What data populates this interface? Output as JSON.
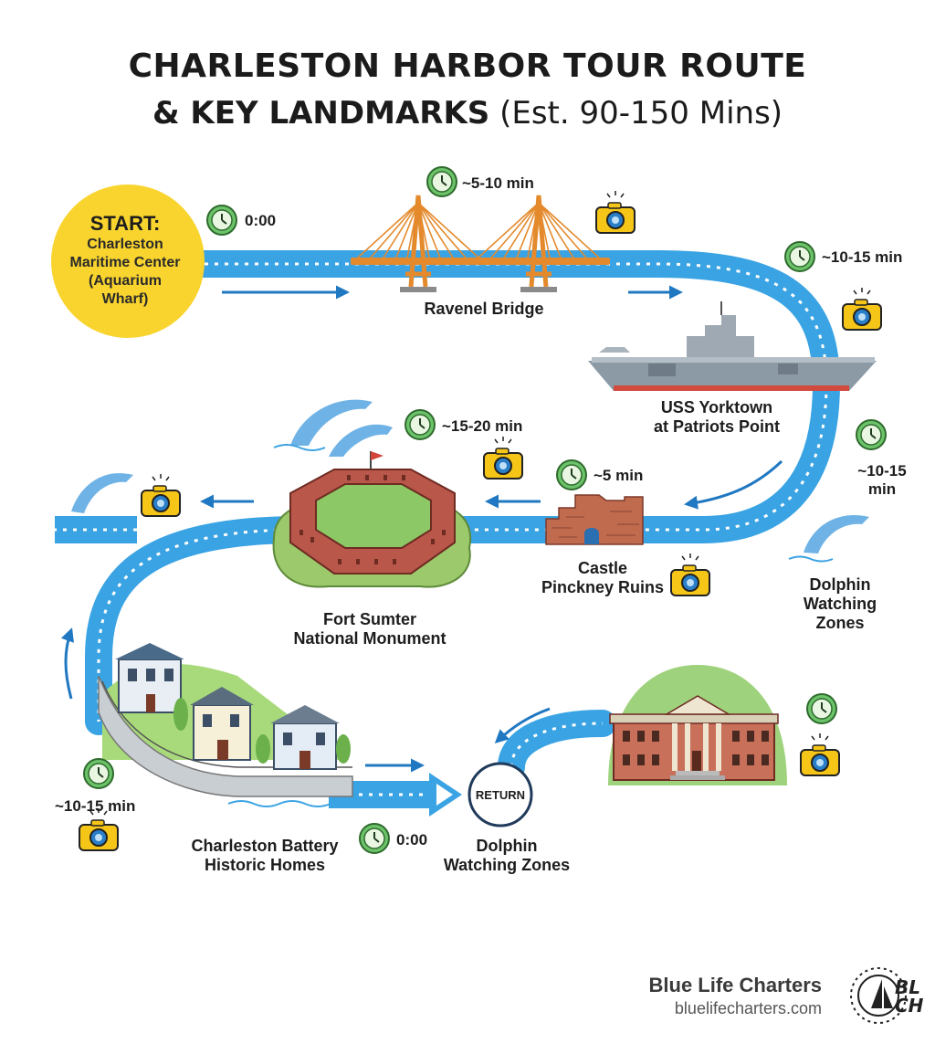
{
  "title": {
    "line1": "CHARLESTON HARBOR TOUR ROUTE",
    "line2_bold": "& KEY LANDMARKS",
    "line2_rest": "(Est. 90-150 Mins)"
  },
  "start": {
    "heading": "START:",
    "line1": "Charleston",
    "line2": "Maritime Center",
    "line3": "(Aquarium",
    "line4": "Wharf)"
  },
  "landmarks": {
    "bridge": "Ravenel Bridge",
    "yorktown_1": "USS Yorktown",
    "yorktown_2": "at Patriots Point",
    "castle_1": "Castle",
    "castle_2": "Pinckney Ruins",
    "fort_1": "Fort Sumter",
    "fort_2": "National Monument",
    "dolphin_right_1": "Dolphin",
    "dolphin_right_2": "Watching",
    "dolphin_right_3": "Zones",
    "battery_1": "Charleston Battery",
    "battery_2": "Historic Homes",
    "dolphin_bottom_1": "Dolphin",
    "dolphin_bottom_2": "Watching Zones",
    "return": "RETURN"
  },
  "times": {
    "start": "0:00",
    "bridge": "~5-10 min",
    "yorktown": "~10-15 min",
    "right_1": "~10-15",
    "right_2": "min",
    "castle": "~5 min",
    "fort": "~15-20 min",
    "battery": "~10-15 min",
    "end": "0:00"
  },
  "brand": {
    "name": "Blue Life Charters",
    "url": "bluelifecharters.com",
    "logo_text": "BL CH"
  },
  "colors": {
    "route": "#3aa3e3",
    "route_dark": "#1f78c1",
    "start_circle": "#f9d42e",
    "clock": "#6cc36a",
    "camera": "#f5c518",
    "bridge": "#e48a2c",
    "brick": "#b9574a",
    "grass": "#8cc866",
    "water": "#bfe4f7"
  }
}
